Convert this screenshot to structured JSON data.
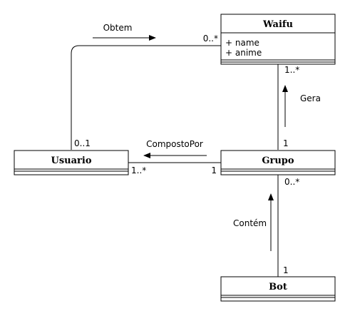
{
  "classes": {
    "waifu": {
      "name": "Waifu",
      "attributes": [
        "+ name",
        "+ anime"
      ]
    },
    "usuario": {
      "name": "Usuario"
    },
    "grupo": {
      "name": "Grupo"
    },
    "bot": {
      "name": "Bot"
    }
  },
  "associations": {
    "obtem": {
      "label": "Obtem",
      "usuario_end": "0..1",
      "waifu_end": "0..*"
    },
    "gera": {
      "label": "Gera",
      "waifu_end": "1..*",
      "grupo_end": "1"
    },
    "composto_por": {
      "label": "CompostoPor",
      "usuario_end": "1..*",
      "grupo_end": "1"
    },
    "contem": {
      "label": "Contém",
      "grupo_end": "0..*",
      "bot_end": "1"
    }
  },
  "colors": {
    "line": "#000000",
    "background": "#ffffff"
  }
}
